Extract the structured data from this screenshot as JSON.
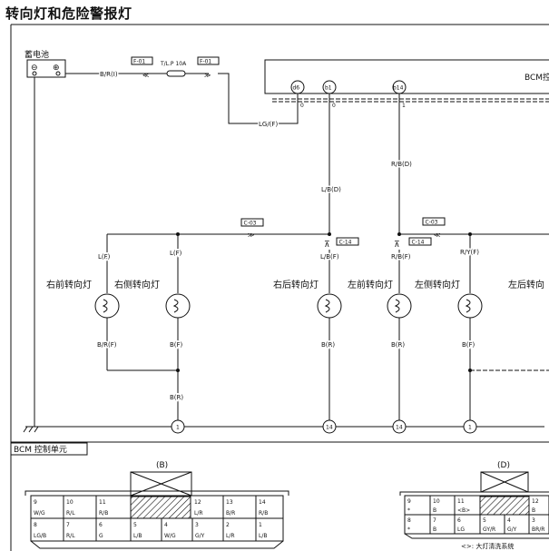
{
  "page": {
    "title": "转向灯和危险警报灯"
  },
  "battery": {
    "label": "蓄电池",
    "neg": "⊖",
    "pos": "⊕"
  },
  "bcm": {
    "label": "BCM控"
  },
  "bcm_pins": [
    {
      "id": "d6",
      "state": "0"
    },
    {
      "id": "b1",
      "state": "0"
    },
    {
      "id": "b14",
      "state": "1"
    }
  ],
  "connectors": {
    "f01_a": "F-01",
    "f01_b": "F-01",
    "c03_a": "C-03",
    "c03_b": "C-03",
    "c14_a": "C-14",
    "c14_b": "C-14"
  },
  "fuse": {
    "label": "T/L.P 10A"
  },
  "wires": {
    "br_i": "B/R(I)",
    "lg_f": "LG/(F)",
    "lb_d": "L/B(D)",
    "rb_d": "R/B(D)",
    "l_f_1": "L(F)",
    "l_f_2": "L(F)",
    "lb_f": "L/B(F)",
    "rb_f": "R/B(F)",
    "ry_f": "R/Y(F)",
    "br_f": "B/R(F)",
    "b_f_1": "B(F)",
    "b_r_1": "B(R)",
    "b_r_2": "B(R)",
    "b_r_3": "B(R)",
    "b_f_2": "B(F)"
  },
  "lamps": {
    "right_front": "右前转向灯",
    "right_side": "右侧转向灯",
    "right_rear": "右后转向灯",
    "left_front": "左前转向灯",
    "left_side": "左侧转向灯",
    "left_rear": "左后转向"
  },
  "grounds": [
    "1",
    "14",
    "14",
    "1"
  ],
  "bcm_unit": {
    "title": "BCM 控制单元",
    "conn_b_label": "(B)",
    "conn_d_label": "(D)",
    "conn_b_rows": [
      [
        {
          "pin": "9",
          "wire": "W/G"
        },
        {
          "pin": "10",
          "wire": "R/L"
        },
        {
          "pin": "11",
          "wire": "R/B"
        },
        {
          "pin": "12",
          "wire": "L/R"
        },
        {
          "pin": "13",
          "wire": "B/R"
        },
        {
          "pin": "14",
          "wire": "R/B"
        }
      ],
      [
        {
          "pin": "8",
          "wire": "LG/B"
        },
        {
          "pin": "7",
          "wire": "R/L"
        },
        {
          "pin": "6",
          "wire": "G"
        },
        {
          "pin": "5",
          "wire": "L/B"
        },
        {
          "pin": "4",
          "wire": "W/G"
        },
        {
          "pin": "3",
          "wire": "G/Y"
        },
        {
          "pin": "2",
          "wire": "L/R"
        },
        {
          "pin": "1",
          "wire": "L/B"
        }
      ]
    ],
    "conn_d_rows": [
      [
        {
          "pin": "9",
          "wire": "*"
        },
        {
          "pin": "10",
          "wire": "B"
        },
        {
          "pin": "11",
          "wire": "<B>"
        },
        {
          "pin": "12",
          "wire": "B"
        }
      ],
      [
        {
          "pin": "8",
          "wire": "*"
        },
        {
          "pin": "7",
          "wire": "B"
        },
        {
          "pin": "6",
          "wire": "LG"
        },
        {
          "pin": "5",
          "wire": "GY/R"
        },
        {
          "pin": "4",
          "wire": "G/Y"
        },
        {
          "pin": "3",
          "wire": "BR/R"
        }
      ]
    ],
    "footnote": "<>: 大灯清洗系统"
  }
}
